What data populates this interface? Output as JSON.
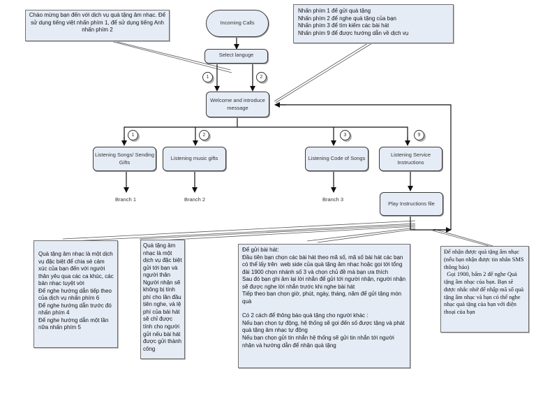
{
  "diagram": {
    "nodes": {
      "incoming_calls": "Incoming Calls",
      "select_language": "Select languge",
      "welcome": "Welcome and introduce message",
      "listening_songs": "Listening Songs/ Sending Gifts",
      "listening_gifts": "Listening music gifts",
      "listening_code": "Listening Code of Songs",
      "listening_service": "Listening Service Instructions",
      "play_instructions": "Play Instructions file"
    },
    "branches": [
      "Branch 1",
      "Branch 2",
      "Branch 3"
    ],
    "badges": {
      "lang_1": "1",
      "lang_2": "2",
      "opt_1": "1",
      "opt_2": "2",
      "opt_3": "3",
      "opt_9": "9"
    },
    "notes": {
      "welcome_note": [
        "Chào mừng bạn đến với dịch vụ quà tặng âm nhạc. Để sử dụng tiếng việt nhấn phím 1, để sử dụng tiếng Anh nhấn phím 2"
      ],
      "menu_note": [
        "Nhấn phím 1 để gửi quà tặng",
        "Nhấn phím 2 để nghe quà tặng của bạn",
        "Nhấn phím 3 để tìm kiếm các bài hát",
        "Nhấn phím 9 để được hướng dẫn về dịch vụ"
      ],
      "service_note": [
        "Quà tặng âm nhạc là một dịch vụ đặc biệt để chia sẻ cảm xúc của bạn đến với người thân yêu qua các ca khúc, các bản nhạc tuyệt vời",
        "Để nghe hướng dẫn tiếp theo của dịch vụ nhấn phím 6",
        "Để nghe hướng dẫn trước đó nhấn phím 4",
        "Để nghe hướng dẫn một lần nữa nhấn phím 5"
      ],
      "gift_note": [
        "Quà tặng âm nhạc là một dịch vụ đặc biệt gửi tới bạn và người thân",
        "Người nhận sẽ không bị tính phí cho lần đầu tiên nghe, và lệ phí của bài hát sẽ chỉ được tính cho người gửi nếu bài hát được gửi thành công"
      ],
      "send_note": [
        "Để gửi bài hát:",
        "Đầu tiên bạn chọn các bài hát theo mã số, mã số bài hát các bạn có thể lấy trên  web side của quà tặng âm nhạc hoặc gọi tới tổng đài 1900 chọn nhánh số 3 và chọn chủ đề mà bạn ưa thích",
        "Sau đó bạn ghi âm lại lời nhắn để gửi tới người nhận, người nhận sẽ được nghe lời nhắn trước khi nghe bài hát",
        "Tiếp theo bạn chọn giờ, phút, ngày, tháng, năm để gửi tặng món quà",
        "",
        "Có 2 cách để thông báo quà tặng cho người khác :",
        "Nếu bạn chọn tự động, hệ thống sẽ gọi đến số được tặng và phát quà tặng âm nhạc tự động",
        "Nếu bạn chọn gửi tin nhắn hệ thống sẽ gửi tin nhắn tới người nhận và hướng dẫn để nhận quà tặng"
      ],
      "receive_note": [
        "Để nhận được quà tặng âm nhạc (nếu bạn nhận được tin nhắn SMS thông báo)",
        "  Gọi 1900, bấm 2 để nghe Quà tặng âm nhạc của bạn. Bạn sẽ được nhắc nhở để nhập mã số quà tặng âm nhạc và bạn có thể nghe nhạc quà tặng của bạn với điện thoại của bạn"
      ]
    },
    "colors": {
      "box_fill": "#e6ecf6",
      "box_border": "#3a3a3a",
      "line": "#222222"
    }
  }
}
